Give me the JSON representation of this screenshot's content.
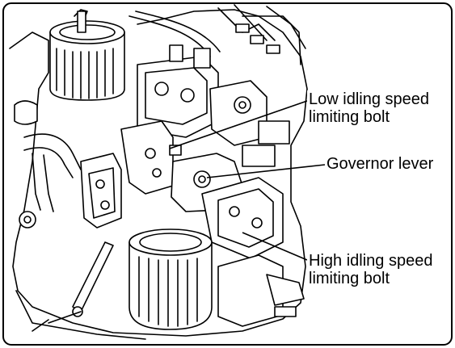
{
  "figure": {
    "callouts": {
      "low_idling": {
        "line1": "Low idling speed",
        "line2": "limiting bolt"
      },
      "governor": {
        "line1": "Governor lever"
      },
      "high_idling": {
        "line1": "High idling speed",
        "line2": "limiting bolt"
      }
    },
    "colors": {
      "ink": "#000000",
      "paper": "#ffffff"
    }
  }
}
